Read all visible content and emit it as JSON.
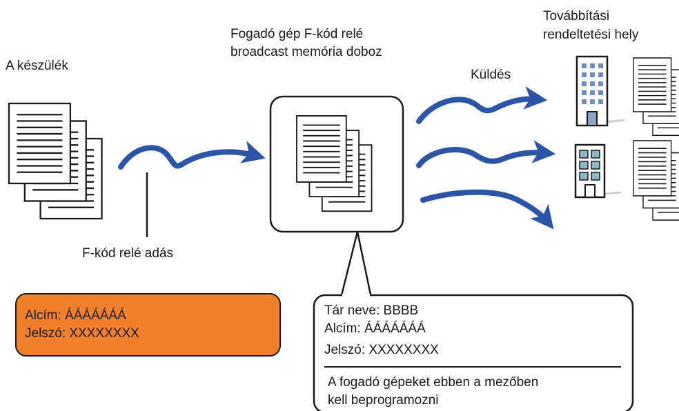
{
  "labels": {
    "device": "A készülék",
    "relay_box_line1": "Fogadó gép F-kód relé",
    "relay_box_line2": "broadcast memória doboz",
    "destination_line1": "Továbbítási",
    "destination_line2": "rendeltetési hely",
    "send": "Küldés",
    "relay_transmission": "F-kód relé adás"
  },
  "orange_box": {
    "subaddress": "Alcím: ÁÁÁÁÁÁÁ",
    "password": "Jelszó: XXXXXXXX"
  },
  "callout": {
    "box_name": "Tár neve: BBBB",
    "subaddress": "Alcím: ÁÁÁÁÁÁÁ",
    "password": "Jelszó: XXXXXXXX",
    "note_line1": "A fogadó gépeket ebben a mezőben",
    "note_line2": "kell beprogramozni"
  },
  "colors": {
    "arrow": "#2D55A6",
    "orange": "#F07F2E",
    "building_window": "#6C8FC7",
    "building_window_alt": "#8CB8C6",
    "building_door": "#8FA6C9",
    "outline": "#1a1a1a"
  },
  "icons": {
    "document_stack": "document-stack-icon",
    "office_building": "office-building-icon",
    "apartment_building": "apartment-building-icon",
    "arrow": "wavy-arrow-icon"
  }
}
